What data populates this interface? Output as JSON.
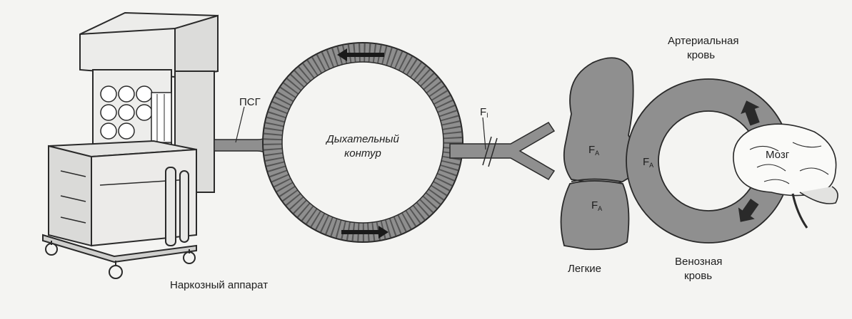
{
  "labels": {
    "machine": "Наркозный аппарат",
    "fgf": "ПСГ",
    "circuit_line1": "Дыхательный",
    "circuit_line2": "контур",
    "fi_main": "F",
    "fi_sub": "I",
    "fa_main": "F",
    "fa_sub": "A",
    "lungs": "Легкие",
    "arterial_line1": "Артериальная",
    "arterial_line2": "кровь",
    "venous_line1": "Венозная",
    "venous_line2": "кровь",
    "brain": "Мозг"
  },
  "colors": {
    "ink": "#2a2a2a",
    "gray_fill": "#8f8f8f",
    "dark_fill": "#6f6f6f",
    "paper": "#f4f4f2"
  }
}
